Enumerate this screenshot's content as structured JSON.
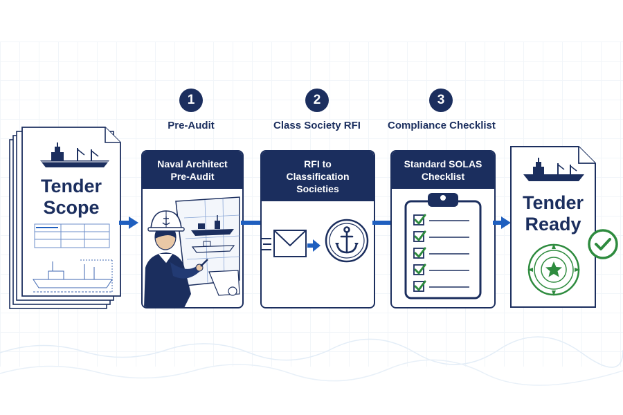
{
  "steps": [
    {
      "number": "1",
      "label": "Pre-Audit",
      "card_lines": [
        "Naval Architect",
        "Pre-Audit"
      ]
    },
    {
      "number": "2",
      "label": "Class Society RFI",
      "card_lines": [
        "RFI to",
        "Classification Societies"
      ]
    },
    {
      "number": "3",
      "label": "Compliance Checklist",
      "card_lines": [
        "Standard SOLAS",
        "Checklist"
      ]
    }
  ],
  "start_doc": {
    "lines": [
      "Tender",
      "Scope"
    ]
  },
  "end_doc": {
    "lines": [
      "Tender",
      "Ready"
    ]
  },
  "colors": {
    "navy": "#1b2e5e",
    "arrow_blue": "#1f5fbf",
    "check_green": "#2e8b3e"
  },
  "icons": [
    "ship-icon",
    "engineer-icon",
    "envelope-icon",
    "anchor-icon",
    "clipboard-icon",
    "star-seal-icon",
    "checkmark-icon"
  ]
}
